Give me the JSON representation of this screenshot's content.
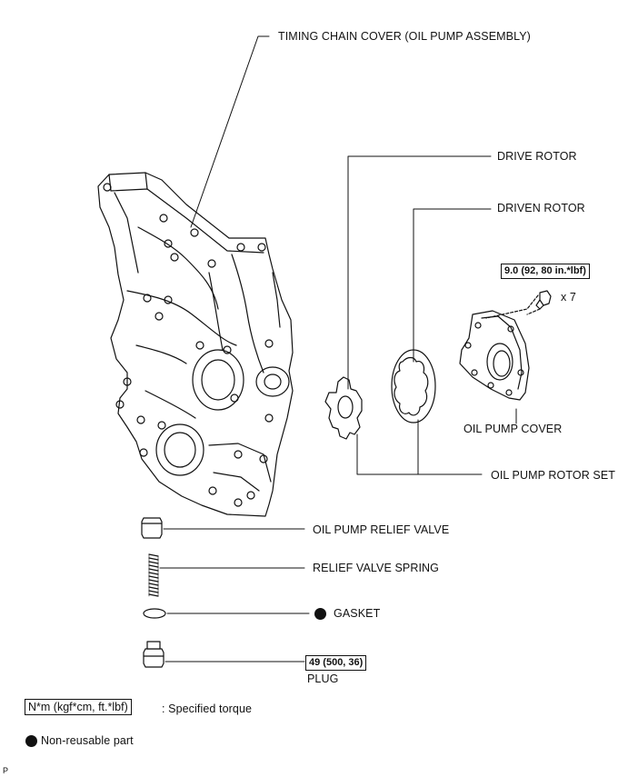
{
  "labels": {
    "timing_chain_cover": "TIMING CHAIN COVER (OIL PUMP ASSEMBLY)",
    "drive_rotor": "DRIVE ROTOR",
    "driven_rotor": "DRIVEN ROTOR",
    "oil_pump_cover": "OIL PUMP COVER",
    "oil_pump_rotor_set": "OIL PUMP ROTOR SET",
    "relief_valve": "OIL PUMP RELIEF VALVE",
    "relief_valve_spring": "RELIEF VALVE SPRING",
    "gasket": "GASKET",
    "plug": "PLUG"
  },
  "torque": {
    "cover_bolt": "9.0 (92, 80 in.*lbf)",
    "cover_bolt_qty": "x 7",
    "plug": "49 (500, 36)"
  },
  "legend": {
    "torque_unit": "N*m (kgf*cm, ft.*lbf)",
    "torque_text": ": Specified torque",
    "nonreusable_text": "Non-reusable part"
  },
  "corner_code": "P"
}
